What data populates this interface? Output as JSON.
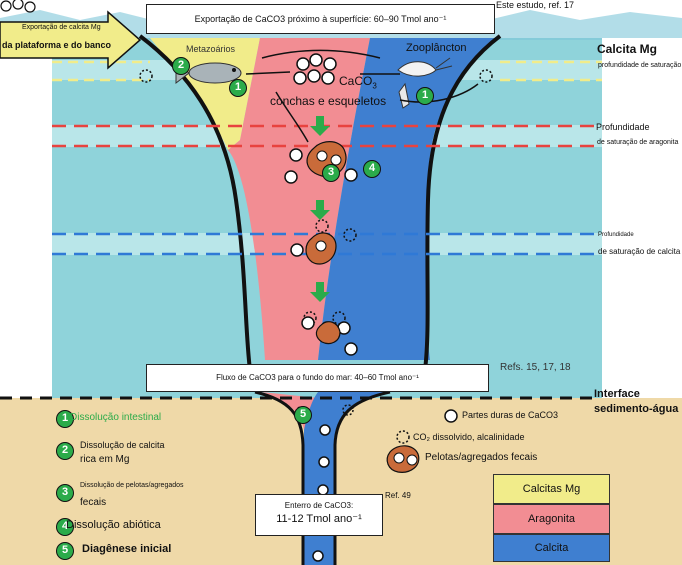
{
  "header": {
    "export_surface": "Exportação de CaCO3 próximo à superfície: 60–90 Tmol ano⁻¹",
    "this_study": "Este estudo, ref. 17",
    "mg_calcite_export_line1": "Exportação de calcita Mg",
    "mg_calcite_export_line2": "da plataforma e do banco"
  },
  "organisms": {
    "metazoans": "Metazoários",
    "zooplankton": "Zooplâncton",
    "caco3": "CaCO",
    "caco3_sub": "3",
    "shells": "conchas e esqueletos"
  },
  "right_labels": {
    "mg_calcite": "Calcita Mg",
    "mg_saturation_depth": "profundidade de saturação",
    "aragonite_depth_line1": "Profundidade",
    "aragonite_depth_line2": "de saturação de aragonita",
    "calcite_depth_line1": "Profundidade",
    "calcite_depth_line2": "de saturação de calcita",
    "refs": "Refs. 15, 17, 18",
    "interface_line1": "Interface",
    "interface_line2": "sedimento-água",
    "ref49": "Ref. 49"
  },
  "flux": {
    "seafloor_flux": "Fluxo de CaCO3 para o fundo do mar: 40–60 Tmol ano⁻¹",
    "burial_line1": "Enterro de CaCO3:",
    "burial_line2": "11-12 Tmol ano⁻¹"
  },
  "processes": [
    {
      "num": "1",
      "label": "Dissolução intestinal"
    },
    {
      "num": "2",
      "label": "Dissolução de calcita",
      "label2": "rica em Mg"
    },
    {
      "num": "3",
      "label": "Dissolução de pelotas/agregados",
      "label2": "fecais"
    },
    {
      "num": "4",
      "label": "Dissolução abiótica"
    },
    {
      "num": "5",
      "label": "Diagênese inicial"
    }
  ],
  "legend": {
    "hard_parts": "Partes duras de CaCO3",
    "dissolved": "CO₂ dissolvido, alcalinidade",
    "pellets": "Pelotas/agregados fecais",
    "mg_calcite": "Calcitas Mg",
    "aragonite": "Aragonita",
    "calcite": "Calcita"
  },
  "colors": {
    "ocean": "#8fd3da",
    "sediment": "#efd9a8",
    "mg_calcite": "#f1ec8a",
    "aragonite": "#f28d93",
    "calcite": "#3f7fd0",
    "green": "#2bab4a",
    "red_dash": "#e8433f",
    "blue_dash": "#2f79d6",
    "pellet": "#c96b3a"
  }
}
